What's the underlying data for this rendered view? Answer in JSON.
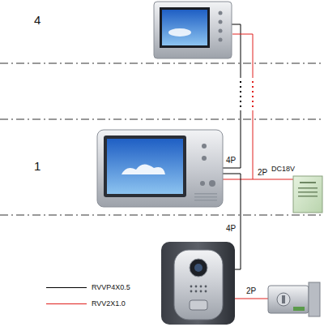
{
  "diagram": {
    "labels": [
      "4",
      "1",
      "4P",
      "2P",
      "DC18V",
      "4P",
      "2P"
    ],
    "legend": [
      {
        "text": "RVVP4X0.5"
      },
      {
        "text": "RVV2X1.0"
      }
    ]
  }
}
